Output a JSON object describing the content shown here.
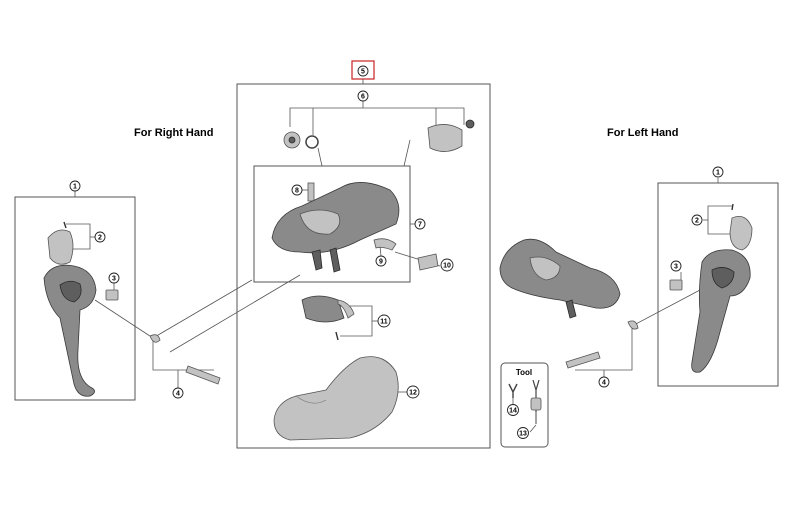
{
  "labels": {
    "right_hand": "For Right Hand",
    "left_hand": "For Left Hand",
    "tool": "Tool"
  },
  "callouts": {
    "c1_right": "1",
    "c2_right": "2",
    "c3_right": "3",
    "c4_right": "4",
    "c5": "5",
    "c6": "6",
    "c7": "7",
    "c8": "8",
    "c9": "9",
    "c10": "10",
    "c11": "11",
    "c12": "12",
    "c1_left": "1",
    "c2_left": "2",
    "c3_left": "3",
    "c4_left": "4",
    "c13": "13",
    "c14": "14"
  },
  "colors": {
    "highlight_box": "#cc2222",
    "frame": "#555555",
    "part_fill": "#8a8a8a"
  }
}
